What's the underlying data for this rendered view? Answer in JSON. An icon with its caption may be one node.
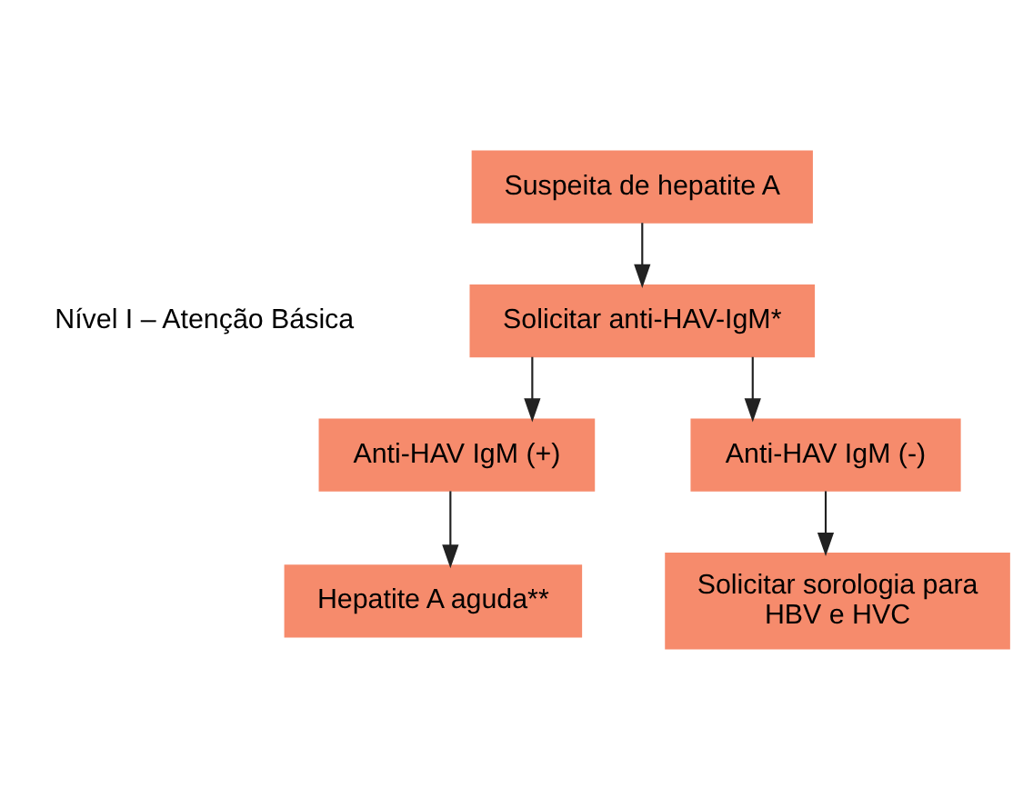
{
  "diagram": {
    "nodes": [
      {
        "text": [
          "Suspeita de hepatite A"
        ]
      },
      {
        "text": [
          "Solicitar anti-HAV-IgM*"
        ]
      },
      {
        "text": [
          "Anti-HAV IgM (+)"
        ]
      },
      {
        "text": [
          "Anti-HAV IgM (-)"
        ]
      },
      {
        "text": [
          "Hepatite A aguda**"
        ]
      },
      {
        "text": [
          "Solicitar sorologia para HBV e HVC"
        ]
      }
    ],
    "edges": [
      {
        "from": 0,
        "to": 1,
        "arrow": "to"
      },
      {
        "from": 1,
        "to": 2,
        "arrow": "to"
      },
      {
        "from": 1,
        "to": 3,
        "arrow": "to"
      },
      {
        "from": 2,
        "to": 4,
        "arrow": "to"
      },
      {
        "from": 3,
        "to": 5,
        "arrow": "to"
      }
    ],
    "labels": [
      "Nível I – Atenção Básica"
    ]
  }
}
